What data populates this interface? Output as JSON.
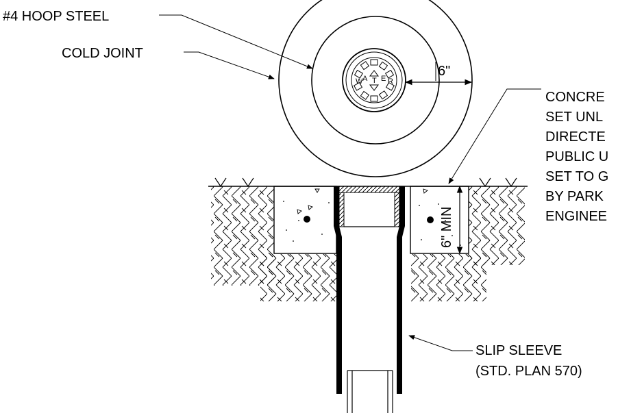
{
  "labels": {
    "hoop_steel": "#4 HOOP STEEL",
    "cold_joint": "COLD JOINT",
    "dim_6in": "6\"",
    "dim_6in_min": "6\" MIN",
    "concrete_note": [
      "CONCRE",
      "SET UNL",
      "DIRECTE",
      "PUBLIC U",
      "SET TO G",
      "BY PARK",
      "ENGINEE"
    ],
    "slip_sleeve": "SLIP SLEEVE",
    "std_plan": "(STD. PLAN 570)"
  },
  "lid": {
    "letters": [
      "W",
      "A",
      "T",
      "E",
      "R"
    ]
  },
  "colors": {
    "ink": "#000000",
    "background": "#ffffff"
  }
}
